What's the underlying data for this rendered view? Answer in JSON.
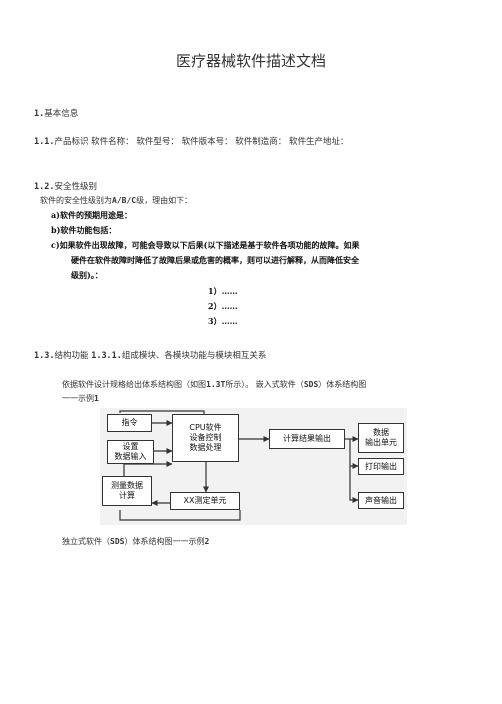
{
  "doc": {
    "title": "医疗器械软件描述文档",
    "s1": {
      "num": "1.",
      "text": "基本信息"
    },
    "s11": {
      "num": "1.1.",
      "text": "产品标识  软件名称：  软件型号：  软件版本号：  软件制造商：  软件生产地址："
    },
    "s12": {
      "num": "1.2.",
      "text": "安全性级别",
      "line1_pre": "软件的安全性级别为",
      "line1_code": "A/B/C",
      "line1_post": "级，理由如下：",
      "a": "a)软件的预期用途是：",
      "b": "b)软件功能包括：",
      "c1": "c)如果软件出现故障，可能会导致以下后果(以下描述是基于软件各项功能的故障。如果",
      "c2": "硬件在软件故障时降低了故障后果或危害的概率，则可以进行解释，从而降低安全",
      "c3": "级别)。：",
      "item1": "1）……",
      "item2": "2）……",
      "item3": "3）……"
    },
    "s13": {
      "num": "1.3.",
      "text_a": "结构功能",
      "num2": "1.3.1.",
      "text_b": "组成模块、各模块功能与模块相互关系",
      "p1_pre": "依据软件设计规格给出体系结构图（如图",
      "p1_code": "1.3T",
      "p1_mid": "所示）。  嵌入式软件（",
      "p1_code2": "SDS",
      "p1_post": "）体系结构图",
      "p1_line2_pre": "一一示例",
      "p1_line2_num": "1",
      "p2_pre": "独立式软件（",
      "p2_code": "SDS",
      "p2_post": "）体系结构图一一示例",
      "p2_num": "2"
    }
  },
  "diagram": {
    "instruction": "指令",
    "setup_1": "设置",
    "setup_2": "数据输入",
    "cpu_1": "CPU软件",
    "cpu_2": "设备控制",
    "cpu_3": "数据处理",
    "measure_1": "测量数据",
    "measure_2": "计算",
    "xx_unit": "XX测定单元",
    "calc_output": "计算结果输出",
    "data_out_1": "数据",
    "data_out_2": "输出单元",
    "print_out": "打印输出",
    "sound_out": "声音输出"
  }
}
